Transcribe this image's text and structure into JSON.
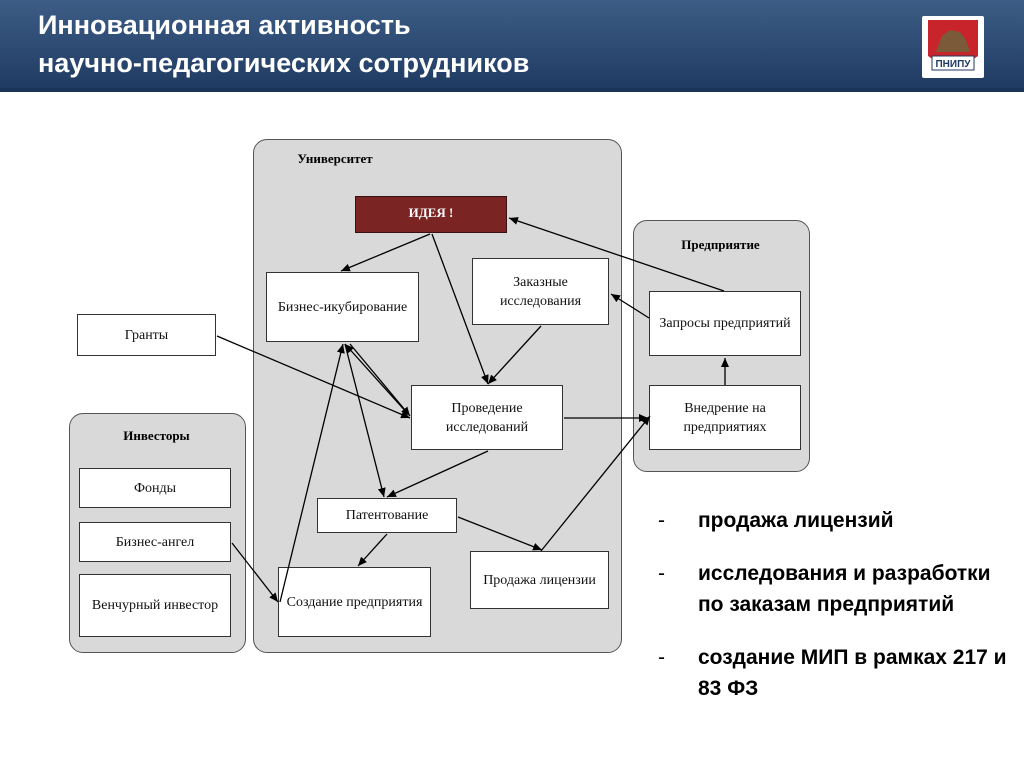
{
  "slide": {
    "title_line1": "Инновационная активность",
    "title_line2": "научно-педагогических сотрудников",
    "logo_text": "ПНИПУ"
  },
  "diagram": {
    "containers": {
      "university": "Университет",
      "enterprise": "Предприятие",
      "investors": "Инвесторы"
    },
    "nodes": {
      "idea": "ИДЕЯ !",
      "incubation": "Бизнес-икубирование",
      "custom_research": "Заказные исследования",
      "grants": "Гранты",
      "research": "Проведение исследований",
      "patenting": "Патентование",
      "create_enterprise": "Создание предприятия",
      "license_sale": "Продажа лицензии",
      "enterprise_requests": "Запросы предприятий",
      "implementation": "Внедрение на предприятиях",
      "funds": "Фонды",
      "business_angel": "Бизнес-ангел",
      "venture_investor": "Венчурный инвестор"
    }
  },
  "bullets": {
    "dash": "-",
    "items": [
      "продажа лицензий",
      "исследования и разработки по заказам предприятий",
      "создание МИП в рамках 217 и 83 ФЗ"
    ]
  },
  "colors": {
    "header": "#2c4a72",
    "idea_fill": "#7a2424",
    "container_fill": "#d9d9d9"
  }
}
